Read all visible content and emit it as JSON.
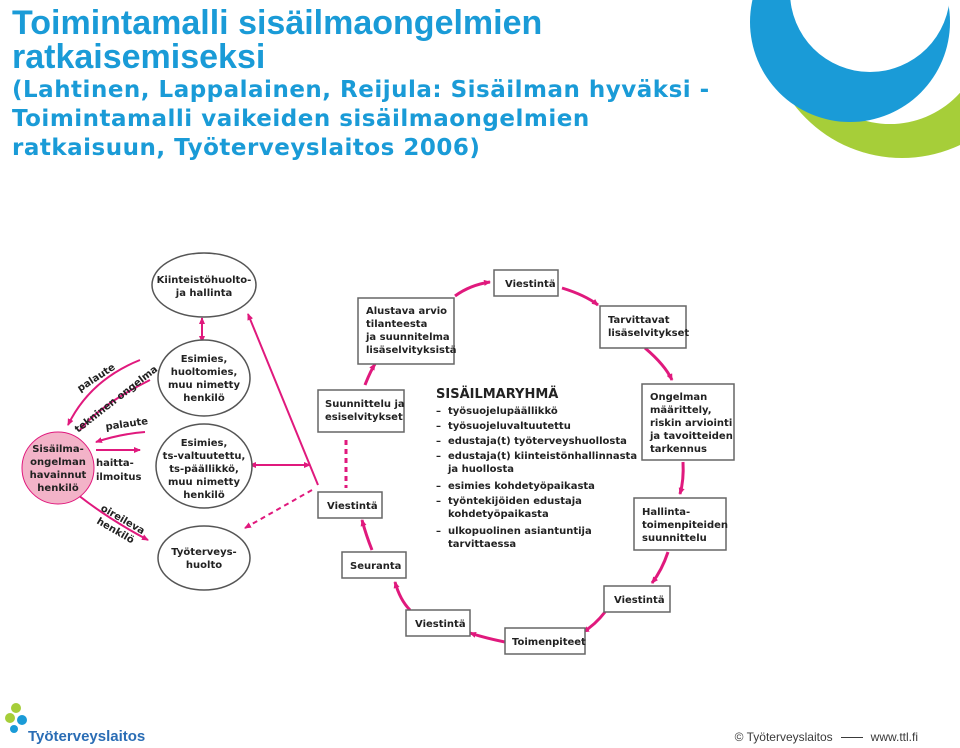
{
  "title": {
    "line1": "Toimintamalli sisäilmaongelmien",
    "line2": "ratkaisemiseksi",
    "line3": "(Lahtinen, Lappalainen, Reijula: Sisäilman hyväksi -",
    "line4": "Toimintamalli vaikeiden sisäilmaongelmien",
    "line5": "ratkaisuun, Työterveyslaitos 2006)"
  },
  "colors": {
    "accent_blue": "#1a9bd7",
    "accent_green": "#a6ce39",
    "arrow_pink": "#e0197d",
    "circle_pink": "#f3b3c8"
  },
  "left": {
    "kiinteisto": [
      "Kiinteistöhuolto-",
      "ja hallinta"
    ],
    "esimies1": [
      "Esimies,",
      "huoltomies,",
      "muu nimetty",
      "henkilö"
    ],
    "esimies2": [
      "Esimies,",
      "ts-valtuutettu,",
      "ts-päällikkö,",
      "muu nimetty",
      "henkilö"
    ],
    "tyoterveys": [
      "Työterveys-",
      "huolto"
    ],
    "sisailma": [
      "Sisäilma-",
      "ongelman",
      "havainnut",
      "henkilö"
    ],
    "palaute1": "palaute",
    "tekninen": "tekninen ongelma",
    "palaute2": "palaute",
    "haitta": [
      "haitta-",
      "ilmoitus"
    ],
    "oireileva": [
      "oireileva",
      "henkilö"
    ]
  },
  "cycle": {
    "viestinta_top": "Viestintä",
    "alustava": [
      "Alustava arvio",
      "tilanteesta",
      "ja suunnitelma",
      "lisäselvityksistä"
    ],
    "tarvittavat": [
      "Tarvittavat",
      "lisäselvitykset"
    ],
    "suunnittelu": [
      "Suunnittelu ja",
      "esiselvitykset"
    ],
    "ongelman": [
      "Ongelman",
      "määrittely,",
      "riskin arviointi",
      "ja tavoitteiden",
      "tarkennus"
    ],
    "viestinta_left": "Viestintä",
    "hallinta": [
      "Hallinta-",
      "toimenpiteiden",
      "suunnittelu"
    ],
    "seuranta": "Seuranta",
    "viestinta_right": "Viestintä",
    "viestinta_bottom": "Viestintä",
    "toimenpiteet": "Toimenpiteet"
  },
  "sisailmaryhma": {
    "heading": "SISÄILMARYHMÄ",
    "items": [
      [
        "työsuojelupäällikkö"
      ],
      [
        "työsuojeluvaltuutettu"
      ],
      [
        "edustaja(t) työterveyshuollosta"
      ],
      [
        "edustaja(t) kiinteistönhallinnasta",
        "ja huollosta"
      ],
      [
        "esimies kohdetyöpaikasta"
      ],
      [
        "työntekijöiden edustaja",
        "kohdetyöpaikasta"
      ],
      [
        "ulkopuolinen asiantuntija",
        "tarvittaessa"
      ]
    ]
  },
  "footer": {
    "copyright": "© Työterveyslaitos",
    "url": "www.ttl.fi",
    "logo": "Työterveyslaitos"
  }
}
